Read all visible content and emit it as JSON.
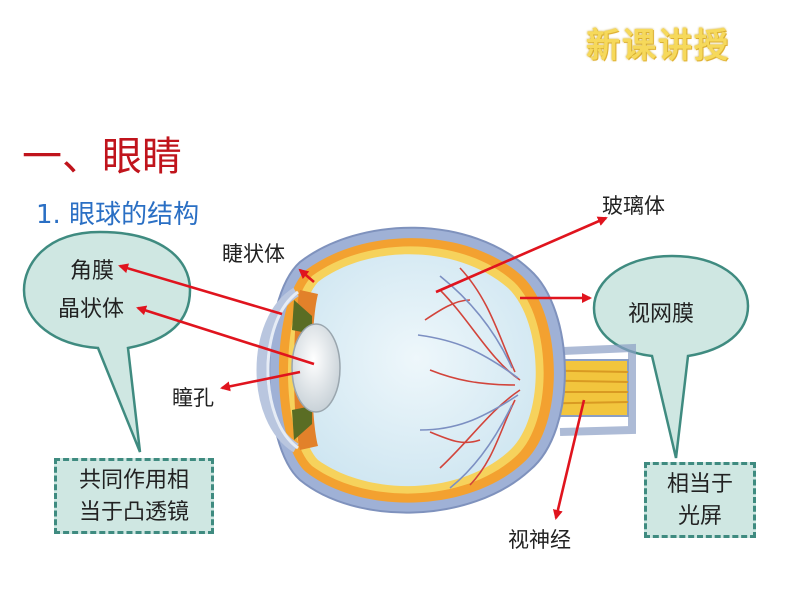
{
  "header": {
    "badge": "新课讲授",
    "title": "一、眼睛",
    "subtitle": "1. 眼球的结构"
  },
  "labels": {
    "cornea": "角膜",
    "lens": "晶状体",
    "ciliary_body": "睫状体",
    "pupil": "瞳孔",
    "vitreous_body": "玻璃体",
    "retina": "视网膜",
    "optic_nerve": "视神经"
  },
  "notes": {
    "left_line1": "共同作用相",
    "left_line2": "当于凸透镜",
    "right_line1": "相当于",
    "right_line2": "光屏"
  },
  "colors": {
    "arrow": "#e0141e",
    "bubble_fill": "#cfe7e2",
    "bubble_stroke": "#3f8b80",
    "title": "#c0141c",
    "subtitle": "#2a6fc4"
  }
}
